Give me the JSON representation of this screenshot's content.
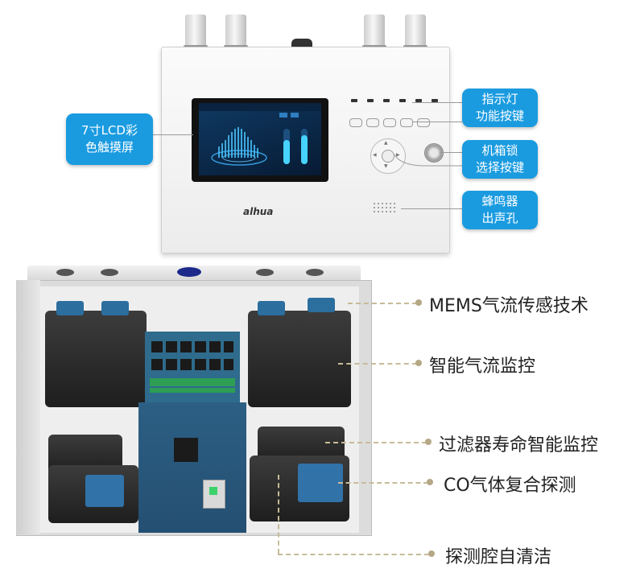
{
  "device": {
    "brand": "alhua",
    "screen_label": "",
    "center_button": ""
  },
  "callouts": {
    "lcd": [
      "7寸LCD彩",
      "色触摸屏"
    ],
    "indicator": [
      "指示灯",
      "功能按键"
    ],
    "lock": [
      "机箱锁",
      "选择按键"
    ],
    "buzzer": [
      "蜂鸣器",
      "出声孔"
    ]
  },
  "features": {
    "mems": "MEMS气流传感技术",
    "airflow": "智能气流监控",
    "filter": "过滤器寿命智能监控",
    "co": "CO气体复合探测",
    "clean": "探测腔自清洁"
  },
  "colors": {
    "callout_bg": "#1a9be0",
    "leader_dash": "#c7bb98",
    "screen_bg": "#0b2a4a"
  }
}
